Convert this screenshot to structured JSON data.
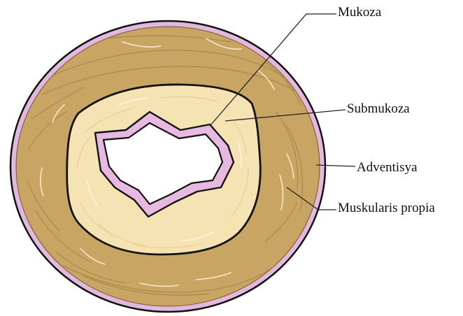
{
  "labels": {
    "mukoza": "Mukoza",
    "submukoza": "Submukoza",
    "adventisya": "Adventisya",
    "muskularis_propia": "Muskularis propia"
  },
  "colors": {
    "adventitia": "#e3b8df",
    "muscularis": "#c9a564",
    "submucosa": "#f6e3b3",
    "mucosa": "#e7b9e0",
    "lumen": "#ffffff",
    "outline": "#111111"
  }
}
